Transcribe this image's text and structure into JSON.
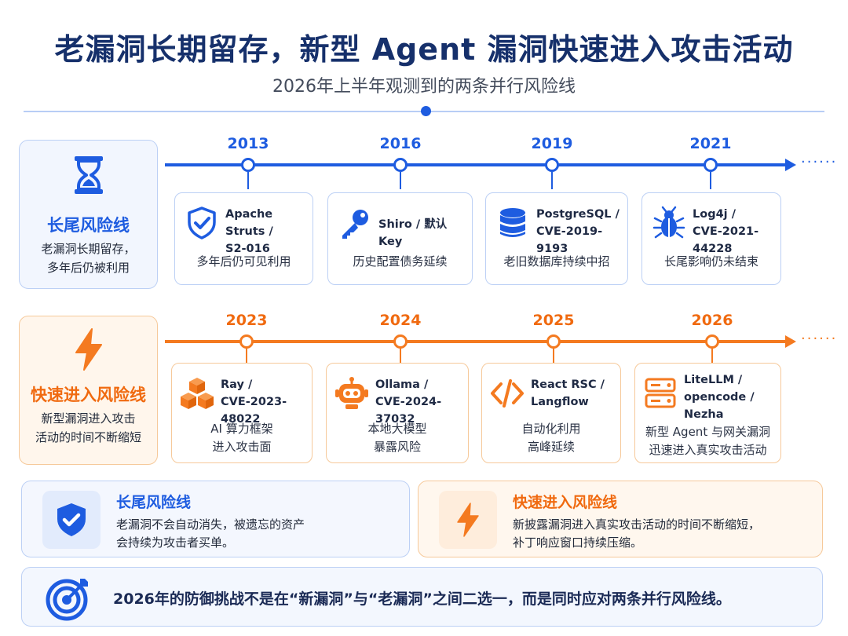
{
  "title": "老漏洞长期留存，新型 Agent 漏洞快速进入攻击活动",
  "subtitle": "2026年上半年观测到的两条并行风险线",
  "colors": {
    "blue": "#1e5ce0",
    "orange": "#f47a20"
  },
  "long_tail": {
    "icon": "hourglass-icon",
    "title": "长尾风险线",
    "desc": [
      "老漏洞长期留存，",
      "多年后仍被利用"
    ],
    "dots": "······",
    "events": [
      {
        "year": "2013",
        "icon": "shield-check-icon",
        "name": [
          "Apache Struts /",
          "S2-016"
        ],
        "desc": [
          "多年后仍可见利用"
        ]
      },
      {
        "year": "2016",
        "icon": "key-icon",
        "name": [
          "Shiro / 默认 Key"
        ],
        "desc": [
          "历史配置债务延续"
        ]
      },
      {
        "year": "2019",
        "icon": "database-icon",
        "name": [
          "PostgreSQL /",
          "CVE-2019-9193"
        ],
        "desc": [
          "老旧数据库持续中招"
        ]
      },
      {
        "year": "2021",
        "icon": "bug-icon",
        "name": [
          "Log4j /",
          "CVE-2021-44228"
        ],
        "desc": [
          "长尾影响仍未结束"
        ]
      }
    ]
  },
  "fast": {
    "icon": "lightning-icon",
    "title": "快速进入风险线",
    "desc": [
      "新型漏洞进入攻击",
      "活动的时间不断缩短"
    ],
    "dots": "······",
    "events": [
      {
        "year": "2023",
        "icon": "cubes-icon",
        "name": [
          "Ray /",
          "CVE-2023-48022"
        ],
        "desc": [
          "AI 算力框架",
          "进入攻击面"
        ]
      },
      {
        "year": "2024",
        "icon": "robot-icon",
        "name": [
          "Ollama /",
          "CVE-2024-37032"
        ],
        "desc": [
          "本地大模型",
          "暴露风险"
        ]
      },
      {
        "year": "2025",
        "icon": "code-icon",
        "name": [
          "React RSC /",
          "Langflow"
        ],
        "desc": [
          "自动化利用",
          "高峰延续"
        ]
      },
      {
        "year": "2026",
        "icon": "server-icon",
        "name": [
          "LiteLLM /",
          "opencode /",
          "Nezha"
        ],
        "desc": [
          "新型 Agent 与网关漏洞",
          "迅速进入真实攻击活动"
        ]
      }
    ]
  },
  "summary": {
    "long_tail": {
      "icon": "shield-check-icon",
      "title": "长尾风险线",
      "desc": [
        "老漏洞不会自动消失，被遗忘的资产",
        "会持续为攻击者买单。"
      ]
    },
    "fast": {
      "icon": "lightning-icon",
      "title": "快速进入风险线",
      "desc": [
        "新披露漏洞进入真实攻击活动的时间不断缩短，",
        "补丁响应窗口持续压缩。"
      ]
    }
  },
  "conclusion": {
    "icon": "target-icon",
    "text": "2026年的防御挑战不是在“新漏洞”与“老漏洞”之间二选一，而是同时应对两条并行风险线。"
  }
}
